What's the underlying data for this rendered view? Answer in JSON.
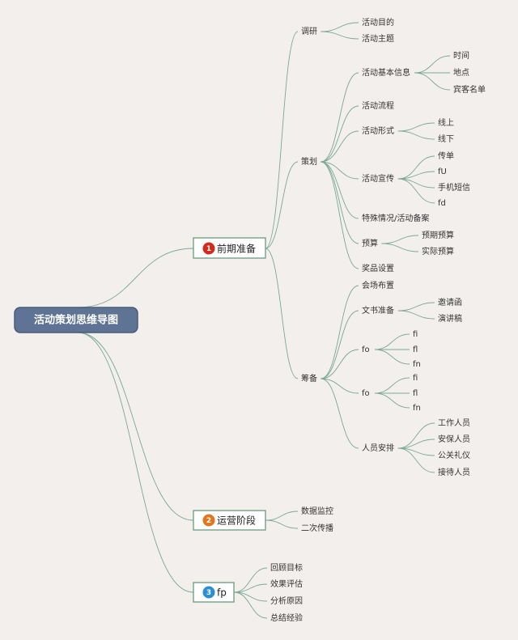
{
  "root": "活动策划思维导图",
  "colors": {
    "background": "#f3efec",
    "root_fill": "#5f7394",
    "branch_line": "#7aa898",
    "badge_1": "#d42a1c",
    "badge_2": "#e2761f",
    "badge_3": "#2b8fd6"
  },
  "branches": [
    {
      "number": "1",
      "label": "前期准备",
      "children": [
        {
          "label": "调研",
          "children": [
            {
              "label": "活动目的"
            },
            {
              "label": "活动主题"
            }
          ]
        },
        {
          "label": "策划",
          "children": [
            {
              "label": "活动基本信息",
              "children": [
                {
                  "label": "时间"
                },
                {
                  "label": "地点"
                },
                {
                  "label": "宾客名单"
                }
              ]
            },
            {
              "label": "活动流程"
            },
            {
              "label": "活动形式",
              "children": [
                {
                  "label": "线上"
                },
                {
                  "label": "线下"
                }
              ]
            },
            {
              "label": "活动宣传",
              "children": [
                {
                  "label": "传单"
                },
                {
                  "label": "fU"
                },
                {
                  "label": "手机短信"
                },
                {
                  "label": "fd"
                }
              ]
            },
            {
              "label": "特殊情况/活动备案"
            },
            {
              "label": "预算",
              "children": [
                {
                  "label": "预期预算"
                },
                {
                  "label": "实际预算"
                }
              ]
            },
            {
              "label": "奖品设置"
            }
          ]
        },
        {
          "label": "筹备",
          "children": [
            {
              "label": "会场布置"
            },
            {
              "label": "文书准备",
              "children": [
                {
                  "label": "邀请函"
                },
                {
                  "label": "演讲稿"
                }
              ]
            },
            {
              "label": "fo",
              "children": [
                {
                  "label": "fi"
                },
                {
                  "label": "fl"
                },
                {
                  "label": "fn"
                }
              ]
            },
            {
              "label": "fo",
              "children": [
                {
                  "label": "fi"
                },
                {
                  "label": "fl"
                },
                {
                  "label": "fn"
                }
              ]
            },
            {
              "label": "人员安排",
              "children": [
                {
                  "label": "工作人员"
                },
                {
                  "label": "安保人员"
                },
                {
                  "label": "公关礼仪"
                },
                {
                  "label": "接待人员"
                }
              ]
            }
          ]
        }
      ]
    },
    {
      "number": "2",
      "label": "运营阶段",
      "children": [
        {
          "label": "数据监控"
        },
        {
          "label": "二次传播"
        }
      ]
    },
    {
      "number": "3",
      "label": "fp",
      "children": [
        {
          "label": "回顾目标"
        },
        {
          "label": "效果评估"
        },
        {
          "label": "分析原因"
        },
        {
          "label": "总结经验"
        }
      ]
    }
  ]
}
